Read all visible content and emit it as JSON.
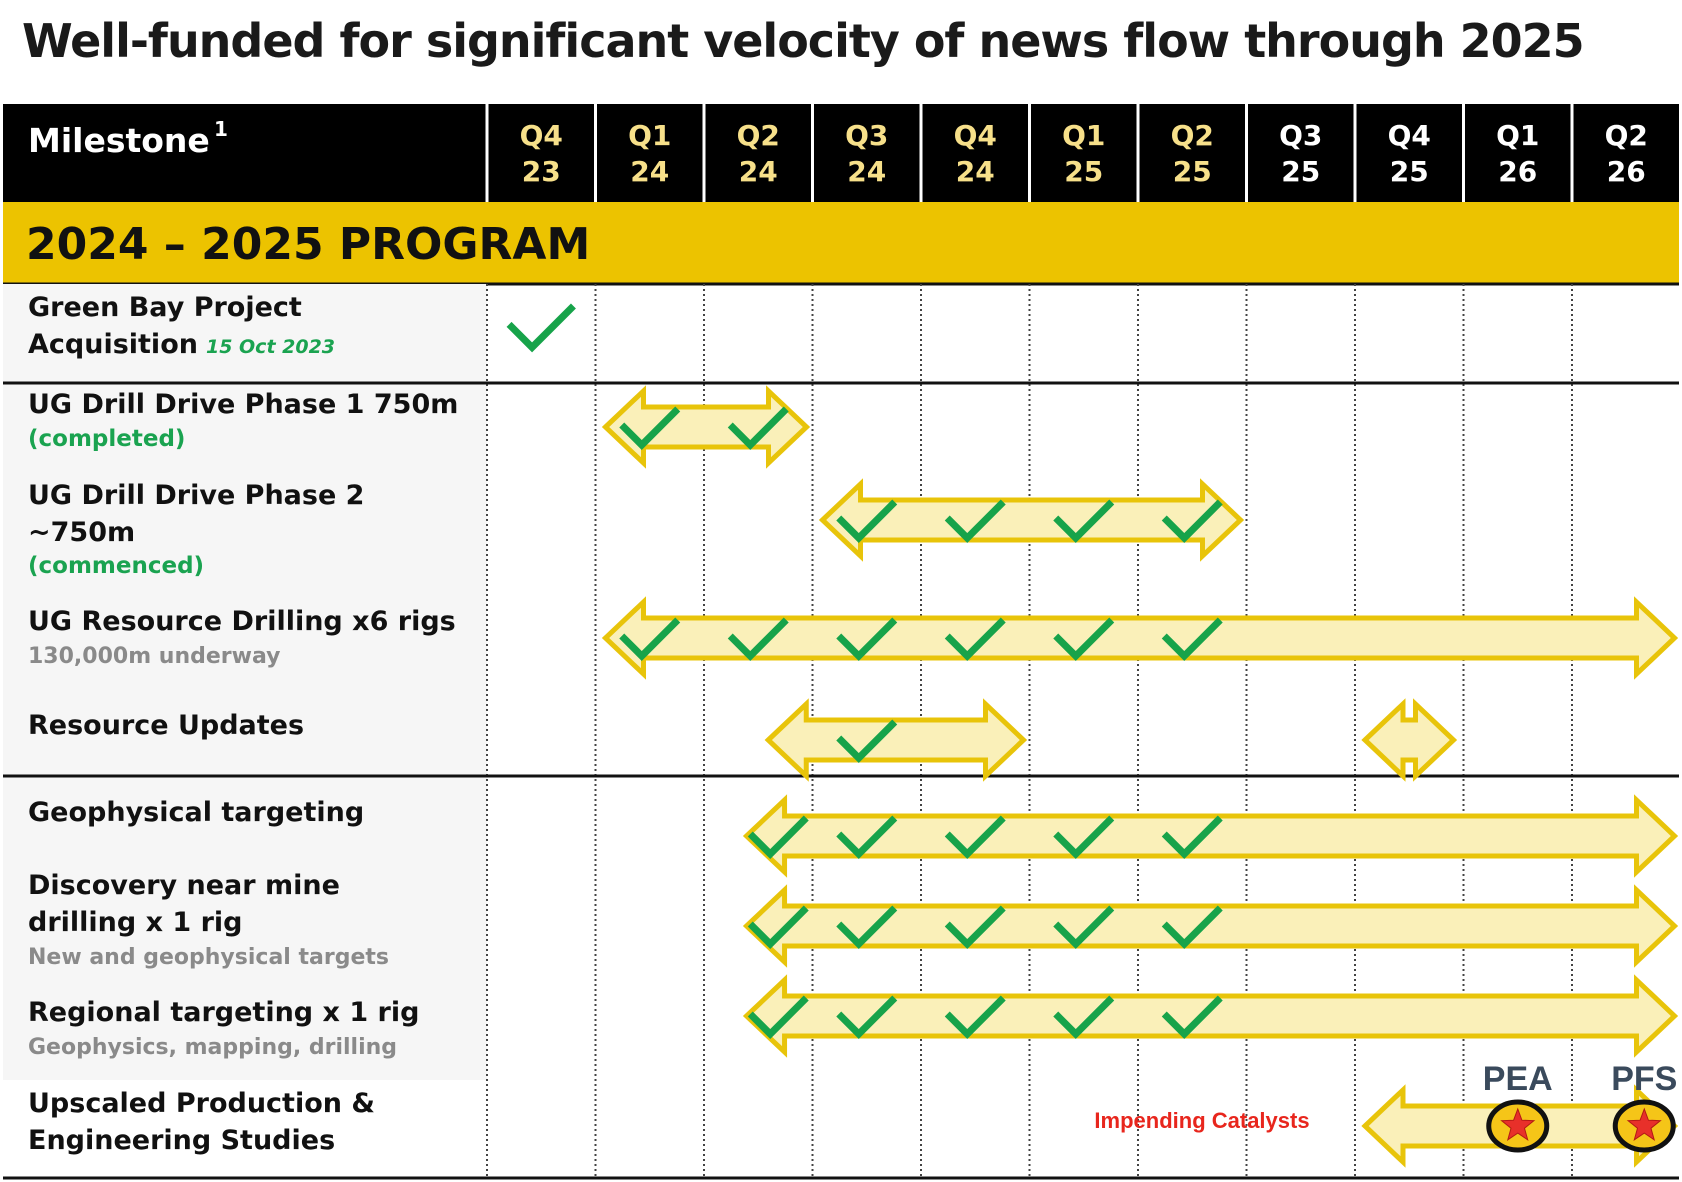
{
  "title": "Well-funded for significant velocity of news flow through 2025",
  "header": {
    "milestone_label": "Milestone",
    "milestone_superscript": "1",
    "quarters": [
      {
        "q": "Q4",
        "y": "23",
        "highlight": true
      },
      {
        "q": "Q1",
        "y": "24",
        "highlight": true
      },
      {
        "q": "Q2",
        "y": "24",
        "highlight": true
      },
      {
        "q": "Q3",
        "y": "24",
        "highlight": true
      },
      {
        "q": "Q4",
        "y": "24",
        "highlight": true
      },
      {
        "q": "Q1",
        "y": "25",
        "highlight": true
      },
      {
        "q": "Q2",
        "y": "25",
        "highlight": true
      },
      {
        "q": "Q3",
        "y": "25",
        "highlight": false
      },
      {
        "q": "Q4",
        "y": "25",
        "highlight": false
      },
      {
        "q": "Q1",
        "y": "26",
        "highlight": false
      },
      {
        "q": "Q2",
        "y": "26",
        "highlight": false
      }
    ]
  },
  "section": {
    "title": "2024 – 2025 PROGRAM"
  },
  "milestones": [
    {
      "lines": [
        "Green Bay Project",
        "Acquisition"
      ],
      "date_note": "15 Oct 2023",
      "sub": "",
      "sub_style": "",
      "bars": [],
      "checks": [
        0
      ]
    },
    {
      "lines": [
        "UG Drill Drive Phase 1  750m"
      ],
      "date_note": "",
      "sub": "(completed)",
      "sub_style": "green",
      "bars": [
        {
          "from": 1,
          "to": 2
        }
      ],
      "checks": [
        1,
        2
      ]
    },
    {
      "lines": [
        "UG Drill Drive Phase 2",
        "~750m"
      ],
      "date_note": "",
      "sub": "(commenced)",
      "sub_style": "green",
      "bars": [
        {
          "from": 3,
          "to": 6
        }
      ],
      "checks": [
        3,
        4,
        5,
        6
      ]
    },
    {
      "lines": [
        "UG Resource Drilling  x6 rigs"
      ],
      "date_note": "",
      "sub": "130,000m underway",
      "sub_style": "grey",
      "bars": [
        {
          "from": 1,
          "to": 10
        }
      ],
      "checks": [
        1,
        2,
        3,
        4,
        5,
        6
      ]
    },
    {
      "lines": [
        "Resource Updates"
      ],
      "date_note": "",
      "sub": "",
      "sub_style": "",
      "bars": [
        {
          "from": 2.5,
          "to": 4
        },
        {
          "from": 8,
          "to": 8
        }
      ],
      "checks": [
        3
      ]
    },
    {
      "lines": [
        "Geophysical targeting"
      ],
      "date_note": "",
      "sub": "",
      "sub_style": "",
      "bars": [
        {
          "from": 2.3,
          "to": 10
        }
      ],
      "checks": [
        2,
        3,
        4,
        5,
        6
      ]
    },
    {
      "lines": [
        "Discovery near mine",
        "drilling x 1 rig"
      ],
      "date_note": "",
      "sub": "New and geophysical targets",
      "sub_style": "grey",
      "bars": [
        {
          "from": 2.3,
          "to": 10
        }
      ],
      "checks": [
        2,
        3,
        4,
        5,
        6
      ]
    },
    {
      "lines": [
        "Regional targeting x 1 rig"
      ],
      "date_note": "",
      "sub": "Geophysics, mapping, drilling",
      "sub_style": "grey",
      "bars": [
        {
          "from": 2.3,
          "to": 10
        }
      ],
      "checks": [
        2,
        3,
        4,
        5,
        6
      ]
    },
    {
      "lines": [
        "Upscaled Production &",
        "Engineering Studies"
      ],
      "date_note": "",
      "sub": "",
      "sub_style": "",
      "bars": [
        {
          "from": 8,
          "to": 10
        }
      ],
      "checks": [],
      "markers": [
        {
          "label": "PEA",
          "quarter": 9
        },
        {
          "label": "PFS",
          "quarter": 10
        }
      ],
      "annotation": "Impending Catalysts"
    }
  ],
  "colors": {
    "header_bg": "#000000",
    "header_highlight": "#f7e08a",
    "header_plain": "#ffffff",
    "section_bg": "#ecc300",
    "bar_fill": "#faf0b9",
    "bar_stroke": "#e8c40a",
    "check": "#17a34a",
    "label_bg": "#f6f6f6",
    "star": "#e8302a",
    "catalyst_text": "#e8261d"
  }
}
